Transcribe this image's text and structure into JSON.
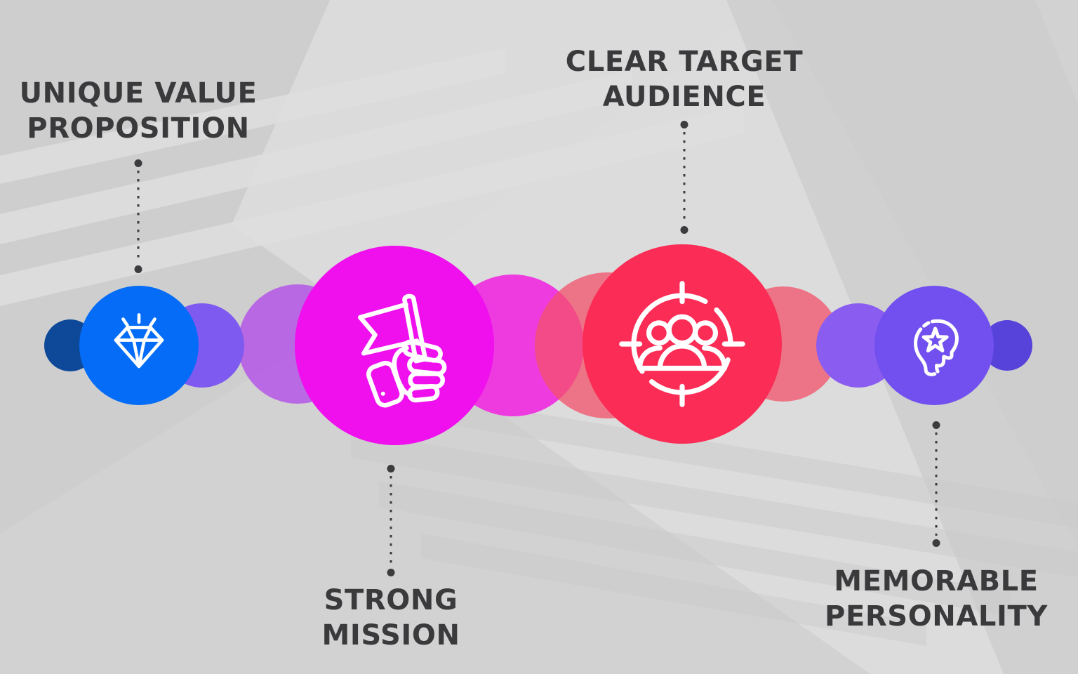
{
  "infographic": {
    "items": [
      {
        "id": "unique-value-proposition",
        "lines": [
          "UNIQUE VALUE",
          "PROPOSITION"
        ],
        "icon": "diamond-icon",
        "color": "#046cf6",
        "label_position": "above"
      },
      {
        "id": "strong-mission",
        "lines": [
          "STRONG",
          "MISSION"
        ],
        "icon": "flag-in-hand-icon",
        "color": "#ef10ed",
        "label_position": "below"
      },
      {
        "id": "clear-target-audience",
        "lines": [
          "CLEAR TARGET",
          "AUDIENCE"
        ],
        "icon": "target-audience-icon",
        "color": "#fb2c55",
        "label_position": "above"
      },
      {
        "id": "memorable-personality",
        "lines": [
          "MEMORABLE",
          "PERSONALITY"
        ],
        "icon": "head-star-icon",
        "color": "#7150ef",
        "label_position": "below"
      }
    ],
    "decor_circles": [
      {
        "name": "navy-left",
        "color": "#0d4899"
      },
      {
        "name": "orchid-left",
        "color": "rgba(182,95,228,0.92)"
      },
      {
        "name": "violet-left",
        "color": "#7e5af0"
      },
      {
        "name": "pink-center",
        "color": "#ee3bdf"
      },
      {
        "name": "salmon-center-left",
        "color": "rgba(243,82,105,0.75)"
      },
      {
        "name": "salmon-center-right",
        "color": "rgba(243,82,105,0.75)"
      },
      {
        "name": "violet-right",
        "color": "#8a5cf0"
      },
      {
        "name": "indigo-right",
        "color": "#5742da"
      }
    ],
    "styles": {
      "background_base": "#d2d2d2",
      "background_light": "#dedede",
      "background_dark": "#c9c9c9",
      "text_color": "#3a3a3c",
      "connector_color": "#3c3c3e",
      "icon_stroke": "#ffffff"
    }
  }
}
